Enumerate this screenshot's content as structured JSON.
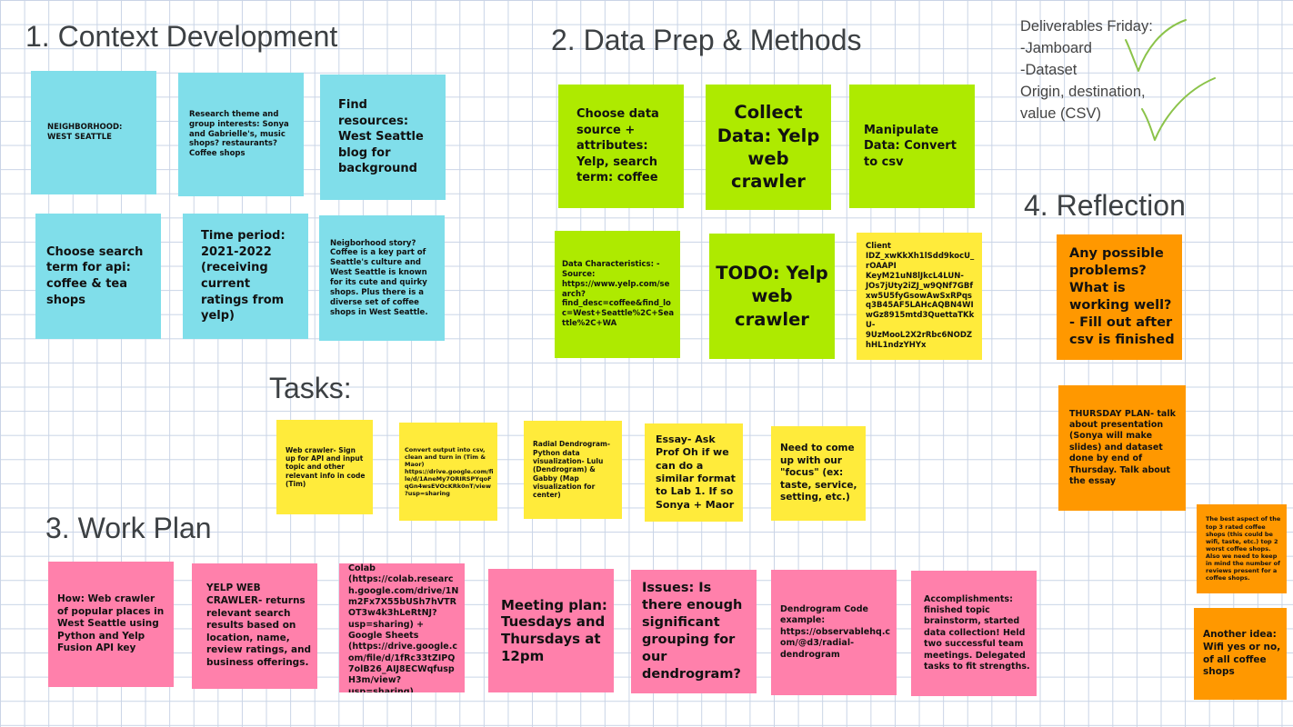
{
  "headings": {
    "context": "1. Context Development",
    "data_prep": "2. Data Prep & Methods",
    "tasks": "Tasks:",
    "work_plan": "3. Work Plan",
    "reflection": "4. Reflection"
  },
  "deliverables": "Deliverables Friday:\n-Jamboard\n-Dataset\nOrigin, destination,\nvalue (CSV)",
  "notes": {
    "neighborhood": "NEIGHBORHOOD: WEST SEATTLE",
    "research_theme": "Research theme and group interests: Sonya and Gabrielle's, music shops? restaurants? Coffee shops",
    "find_resources": "Find resources: West Seattle blog for background",
    "choose_search_term": "Choose search term for api: coffee & tea shops",
    "time_period": "Time period: 2021-2022 (receiving current ratings from yelp)",
    "neighborhood_story": "Neigborhood story? Coffee is a key part of Seattle's culture and West Seattle is known for its cute and quirky shops. Plus there is a diverse set of coffee shops in West Seattle.",
    "choose_data_source": "Choose data source + attributes: Yelp, search term: coffee",
    "collect_data": "Collect Data: Yelp web crawler",
    "manipulate_data": "Manipulate Data: Convert to csv",
    "data_characteristics": "Data Characteristics: - Source: https://www.yelp.com/search?find_desc=coffee&find_loc=West+Seattle%2C+Seattle%2C+WA",
    "todo": "TODO: Yelp web crawler",
    "client": "Client IDZ_xwKkXh1lSdd9kocU_rOAAPI KeyM21uN8lJkcL4LUN-JOs7jUty2iZJ_w9QNf7GBfxw5U5fyGsowAwSxRPqsq3B45AF5LAHcAQBN4WIwGz8915mtd3QuettaTKkU-9UzMooL2X2rRbc6NODZhHL1ndzYHYx",
    "any_problems": "Any possible problems? What is working well? - Fill out after csv is finished",
    "thursday_plan": "THURSDAY PLAN- talk about presentation (Sonya will make slides) and dataset done by end of Thursday. Talk about the essay",
    "best_aspect": "The best aspect of the top 3 rated coffee shops (this could be wifi, taste, etc.) top 2 worst coffee shops. Also we need to keep in mind the number of reviews present for a coffee shops.",
    "another_idea": "Another idea: Wifi yes or no, of all coffee shops",
    "web_crawler_task": "Web crawler- Sign up for API and input topic and other relevant info in code (Tim)",
    "convert_output": "Convert output into csv, clean and turn in (Tim & Maor) https://drive.google.com/file/d/1AneMy7ORIRSPYqoFqGn4wsEVOcKRk0nT/view?usp=sharing",
    "radial_dendrogram": "Radial Dendrogram- Python data visualization- Lulu (Dendrogram) & Gabby (Map visualization for center)",
    "essay": "Essay- Ask Prof Oh if we can do a similar format to Lab 1. If so Sonya + Maor",
    "focus": "Need to come up with our \"focus\" (ex: taste, service, setting, etc.)",
    "how": "How: Web crawler of popular places in West Seattle using Python and Yelp Fusion API key",
    "yelp_web_crawler": "YELP WEB CRAWLER- returns relevant search results based on location, name, review ratings, and business offerings.",
    "colab": "Colab (https://colab.research.google.com/drive/1Nm2Fx7X55bUSh7hVTROT3w4k3hLeRtNJ?usp=sharing) + Google Sheets (https://drive.google.com/file/d/1fRc33tZIPQ7olB26_AIJ8ECWqfuspH3m/view?usp=sharing)",
    "meeting_plan": "Meeting plan: Tuesdays and Thursdays at 12pm",
    "issues": "Issues: Is there enough significant grouping for our dendrogram?",
    "dendrogram_code": "Dendrogram Code example: https://observablehq.com/@d3/radial-dendrogram",
    "accomplishments": "Accomplishments: finished topic brainstorm, started data collection! Held two successful team meetings. Delegated tasks to fit strengths."
  },
  "colors": {
    "blue": "#80deea",
    "green": "#aeea00",
    "yellow": "#ffeb3b",
    "pink": "#ff80ab",
    "orange": "#ff9800",
    "checkmark": "#8bc34a",
    "grid": "#c9d4e6"
  },
  "icons": [
    "checkmark-icon"
  ]
}
